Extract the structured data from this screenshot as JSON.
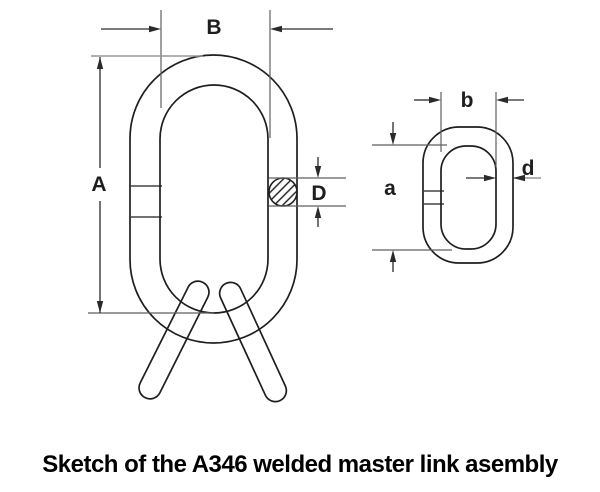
{
  "caption": "Sketch of the A346 welded master link asembly",
  "colors": {
    "line": "#1e1e1e",
    "dim": "#2a2a2a",
    "ext": "#5f5f5f",
    "ext_light": "#979797",
    "background": "#ffffff",
    "text": "#000000"
  },
  "master_link": {
    "labels": {
      "length": "A",
      "width": "B",
      "diameter": "D"
    }
  },
  "sub_link": {
    "labels": {
      "length": "a",
      "width": "b",
      "diameter": "d"
    }
  }
}
